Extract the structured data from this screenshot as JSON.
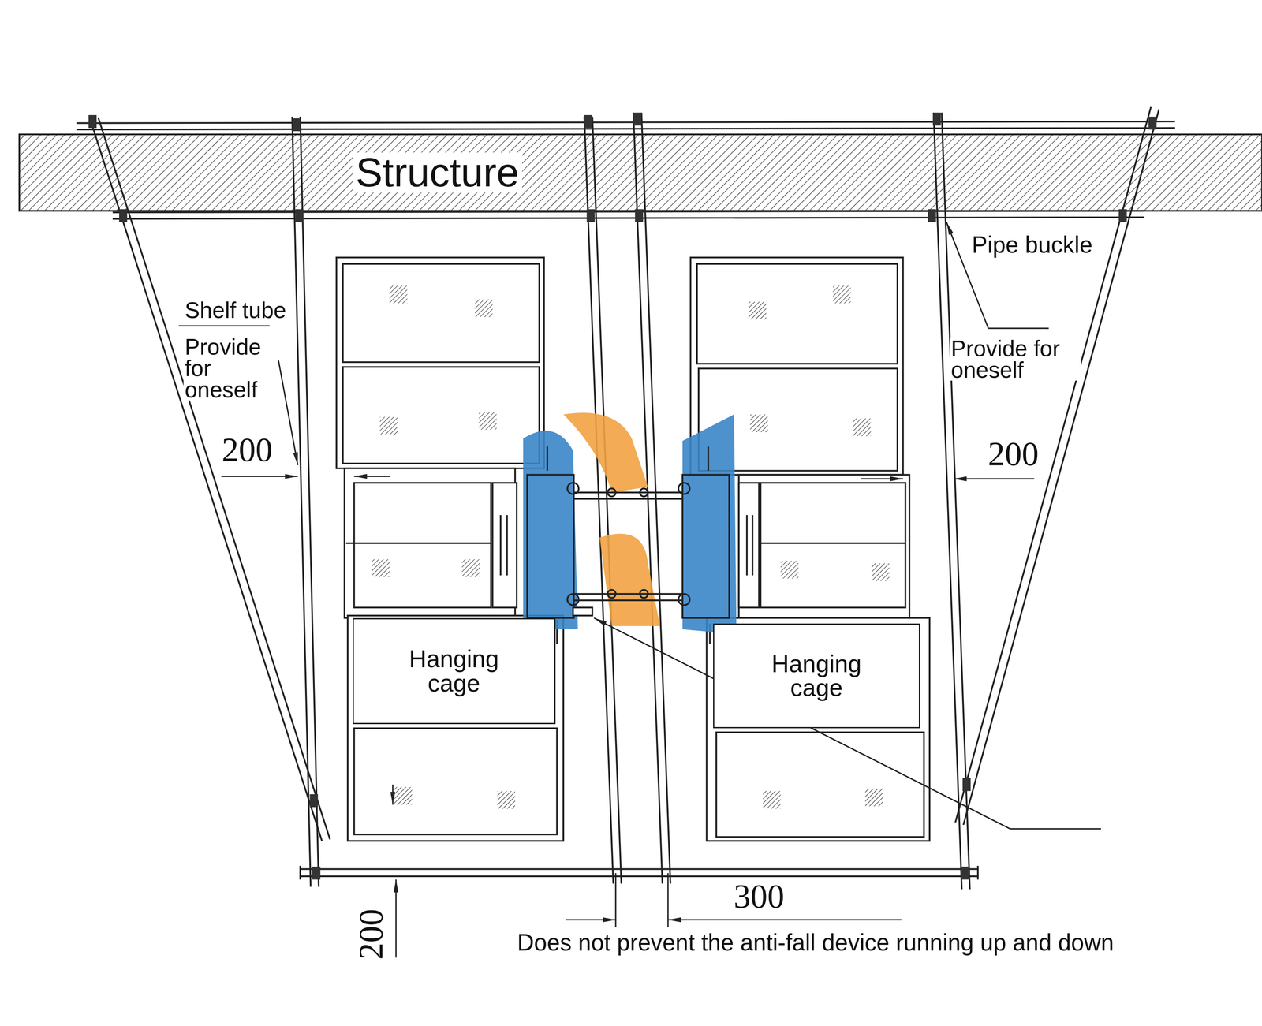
{
  "diagram": {
    "nodes": [
      {
        "text": [
          "Structure"
        ]
      },
      {
        "text": [
          "Hanging cage"
        ]
      },
      {
        "text": [
          "Hanging cage"
        ]
      }
    ],
    "labels": [
      "Shelf tube",
      "Provide for oneself",
      "200",
      "Pipe buckle",
      "Provide for oneself",
      "200",
      "300",
      "200",
      "Does not prevent the anti-fall device running up and down"
    ]
  }
}
